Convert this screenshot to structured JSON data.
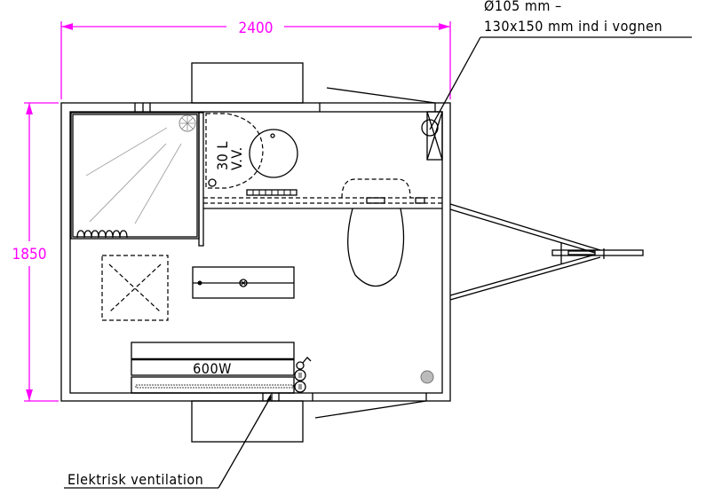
{
  "drawing": {
    "width_dimension": "2400",
    "height_dimension": "1850",
    "vent_note_line1": "Ø105 mm –",
    "vent_note_line2": "130x150 mm ind i vognen",
    "water_heater_capacity": "30 L",
    "water_heater_label": "V.V.",
    "heater_label": "600W",
    "ventilation_label": "Elektrisk ventilation"
  },
  "colors": {
    "dimension": "#ff00ff",
    "lines": "#000000"
  }
}
